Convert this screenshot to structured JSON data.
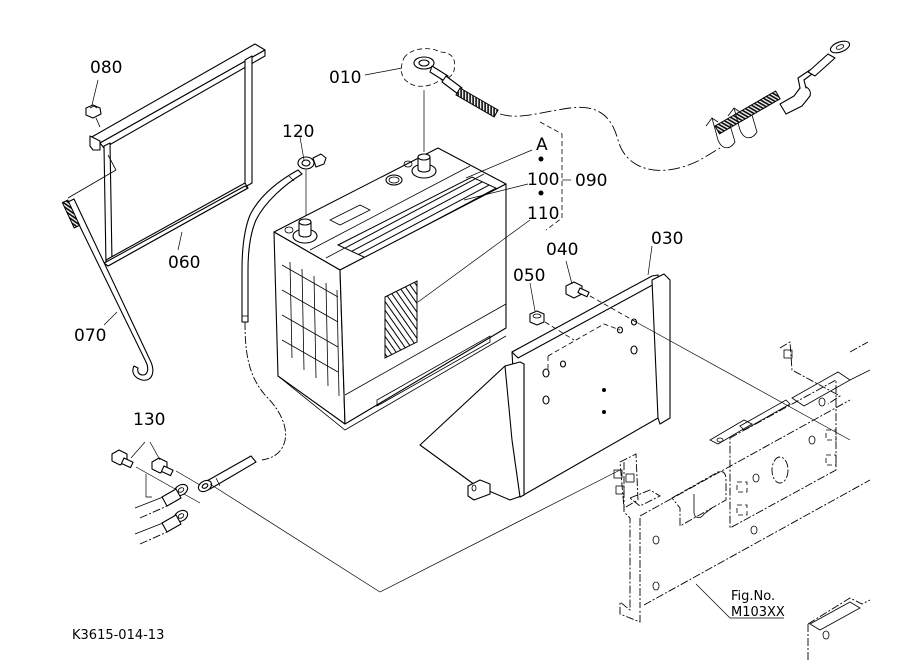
{
  "diagram": {
    "type": "exploded-parts-view",
    "subject": "battery assembly",
    "drawing_number": "K3615-014-13",
    "figure_reference": {
      "prefix": "Fig.No.",
      "number": "M103XX"
    },
    "parts": [
      {
        "label": "010",
        "part": "positive-battery-cable"
      },
      {
        "label": "030",
        "part": "battery-bracket"
      },
      {
        "label": "040",
        "part": "bolt"
      },
      {
        "label": "050",
        "part": "nut"
      },
      {
        "label": "060",
        "part": "battery-hold-down-frame"
      },
      {
        "label": "070",
        "part": "j-bolt-rod"
      },
      {
        "label": "080",
        "part": "nut-top"
      },
      {
        "label": "090",
        "part": "battery-group"
      },
      {
        "label": "100",
        "part": "battery-label"
      },
      {
        "label": "110",
        "part": "battery-side-label"
      },
      {
        "label": "120",
        "part": "negative-battery-cable"
      },
      {
        "label": "130",
        "part": "bolts-ground"
      }
    ],
    "group": {
      "bracket_label": "090",
      "members": [
        "A",
        "100",
        "110"
      ]
    },
    "labels": {
      "p010": "010",
      "p030": "030",
      "p040": "040",
      "p050": "050",
      "p060": "060",
      "p070": "070",
      "p080": "080",
      "p090": "090",
      "p100": "100",
      "p110": "110",
      "p120": "120",
      "p130": "130",
      "pA": "A"
    }
  }
}
